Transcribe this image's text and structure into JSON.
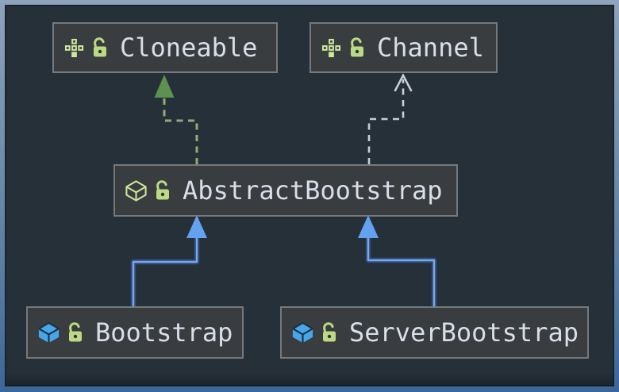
{
  "diagram": {
    "kind": "uml-class-diagram",
    "canvas": {
      "background": "#263038",
      "frame_color": "#6d89a8"
    },
    "nodes": [
      {
        "label": "Cloneable",
        "kind": "interface",
        "icons": [
          "interface-icon",
          "lock-icon"
        ]
      },
      {
        "label": "Channel",
        "kind": "interface",
        "icons": [
          "interface-icon",
          "lock-icon"
        ]
      },
      {
        "label": "AbstractBootstrap",
        "kind": "abstract-class",
        "icons": [
          "abstract-class-icon",
          "lock-icon"
        ]
      },
      {
        "label": "Bootstrap",
        "kind": "class",
        "icons": [
          "class-icon",
          "lock-icon"
        ]
      },
      {
        "label": "ServerBootstrap",
        "kind": "class",
        "icons": [
          "class-icon",
          "lock-icon"
        ]
      }
    ],
    "edges": [
      {
        "from": "AbstractBootstrap",
        "to": "Cloneable",
        "relation": "implements",
        "line": "dashed",
        "arrowhead": "filled-triangle",
        "color": "#91ac77"
      },
      {
        "from": "AbstractBootstrap",
        "to": "Channel",
        "relation": "dependency",
        "line": "dashed",
        "arrowhead": "open-arrow",
        "color": "#c8ced6"
      },
      {
        "from": "Bootstrap",
        "to": "AbstractBootstrap",
        "relation": "extends",
        "line": "solid",
        "arrowhead": "filled-triangle",
        "color": "#64a1f1"
      },
      {
        "from": "ServerBootstrap",
        "to": "AbstractBootstrap",
        "relation": "extends",
        "line": "solid",
        "arrowhead": "filled-triangle",
        "color": "#64a1f1"
      }
    ],
    "colors": {
      "node_background": "#3a3d40",
      "node_border": "#75797c",
      "node_text": "#d9dee8",
      "icon_green": "#cfe79a",
      "lock_green": "#bcd985",
      "class_blue": "#45a6e9",
      "inheritance_blue": "#64a1f1",
      "realization_green_line": "#91ac77",
      "realization_green_head": "#5d9150",
      "dependency_gray": "#c8ced6"
    }
  }
}
